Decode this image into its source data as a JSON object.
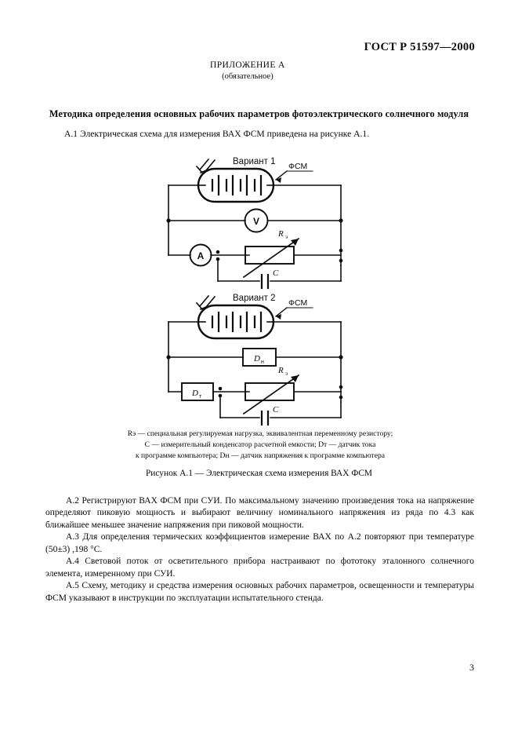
{
  "document": {
    "standard_header": "ГОСТ Р 51597—2000",
    "page_number": "3"
  },
  "annex": {
    "title": "ПРИЛОЖЕНИЕ А",
    "subtitle": "(обязательное)"
  },
  "method_title": "Методика определения основных рабочих параметров фотоэлектрического солнечного модуля",
  "clauses": {
    "a1": "А.1  Электрическая схема для измерения ВАХ ФСМ приведена на рисунке А.1.",
    "a2": "А.2  Регистрируют ВАХ ФСМ при СУИ. По максимальному значению произведения тока на напряжение определяют пиковую мощность и выбирают величину номинального напряжения из ряда по 4.3 как ближайшее меньшее значение напряжения при пиковой мощности.",
    "a3": "А.3  Для определения термических коэффициентов измерение ВАХ по А.2 повторяют при температуре (50±3) ,198 °С.",
    "a4": "А.4  Световой поток от осветительного прибора настраивают по фототоку эталонного солнечного элемента, измеренному при СУИ.",
    "a5": "А.5  Схему, методику и средства измерения основных рабочих параметров, освещенности и температуры ФСМ указывают в инструкции по эксплуатации испытательного стенда."
  },
  "figure": {
    "caption": "Рисунок А.1 — Электрическая схема измерения ВАХ ФСМ",
    "legend_line1": "Rэ — специальная регулируемая нагрузка, эквивалентная переменному резистору;",
    "legend_line2": "C  —  измерительный  конденсатор  расчетной  емкости;   Dт  —  датчик  тока",
    "legend_line3": "к программе компьютера; Dн — датчик напряжения к программе компьютера",
    "variant1": {
      "title": "Вариант 1",
      "module_label": "ФСМ",
      "voltmeter": "V",
      "ammeter": "A",
      "resistor": "R",
      "resistor_sub": "э",
      "capacitor": "C"
    },
    "variant2": {
      "title": "Вариант 2",
      "module_label": "ФСМ",
      "voltage_sensor": "D",
      "voltage_sensor_sub": "н",
      "current_sensor": "D",
      "current_sensor_sub": "т",
      "resistor": "R",
      "resistor_sub": "э",
      "capacitor": "C"
    }
  },
  "colors": {
    "ink": "#0a0a0a",
    "paper": "#ffffff"
  }
}
